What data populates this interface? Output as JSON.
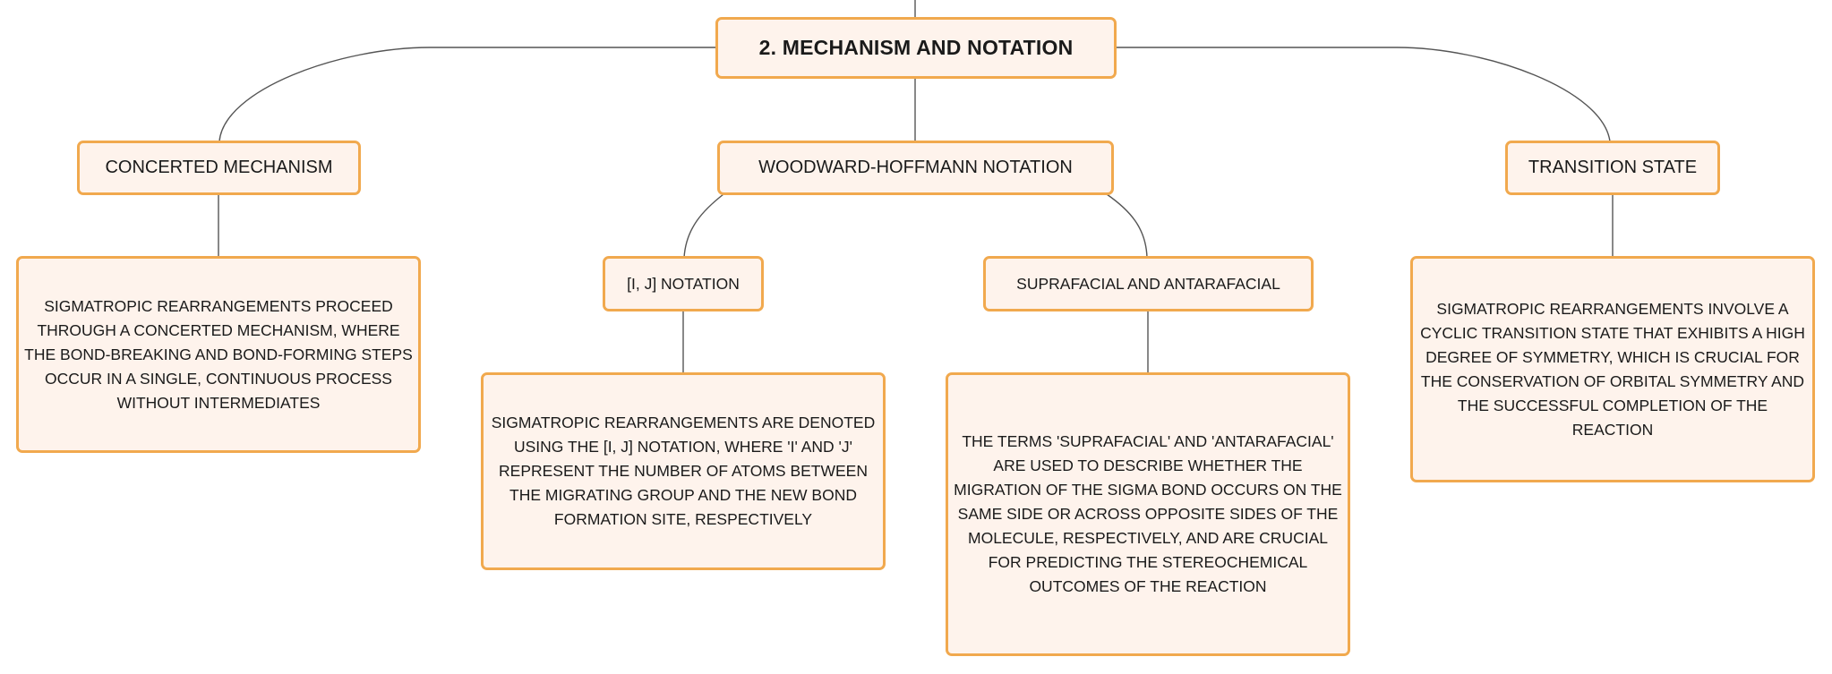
{
  "diagram": {
    "root": {
      "label": "2. MECHANISM AND NOTATION"
    },
    "concerted": {
      "label": "CONCERTED MECHANISM",
      "detail": "SIGMATROPIC REARRANGEMENTS PROCEED THROUGH A CONCERTED MECHANISM, WHERE THE BOND-BREAKING AND BOND-FORMING STEPS OCCUR IN A SINGLE, CONTINUOUS PROCESS WITHOUT INTERMEDIATES"
    },
    "woodward_hoffmann": {
      "label": "WOODWARD-HOFFMANN NOTATION",
      "ij_notation": {
        "label": "[I, J] NOTATION",
        "detail": "SIGMATROPIC REARRANGEMENTS ARE DENOTED USING THE [I, J] NOTATION, WHERE 'I' AND 'J' REPRESENT THE NUMBER OF ATOMS BETWEEN THE MIGRATING GROUP AND THE NEW BOND FORMATION SITE, RESPECTIVELY"
      },
      "suprafacial": {
        "label": "SUPRAFACIAL AND ANTARAFACIAL",
        "detail": "THE TERMS 'SUPRAFACIAL' AND 'ANTARAFACIAL' ARE USED TO DESCRIBE WHETHER THE MIGRATION OF THE SIGMA BOND OCCURS ON THE SAME SIDE OR ACROSS OPPOSITE SIDES OF THE MOLECULE, RESPECTIVELY, AND ARE CRUCIAL FOR PREDICTING THE STEREOCHEMICAL OUTCOMES OF THE REACTION"
      }
    },
    "transition": {
      "label": "TRANSITION STATE",
      "detail": "SIGMATROPIC REARRANGEMENTS INVOLVE A CYCLIC TRANSITION STATE THAT EXHIBITS A HIGH DEGREE OF SYMMETRY, WHICH IS CRUCIAL FOR THE CONSERVATION OF ORBITAL SYMMETRY AND THE SUCCESSFUL COMPLETION OF THE REACTION"
    }
  },
  "colors": {
    "node_fill": "#fef3ec",
    "node_border": "#f1a94e",
    "connector": "#555555",
    "text": "#1a1a1a"
  }
}
